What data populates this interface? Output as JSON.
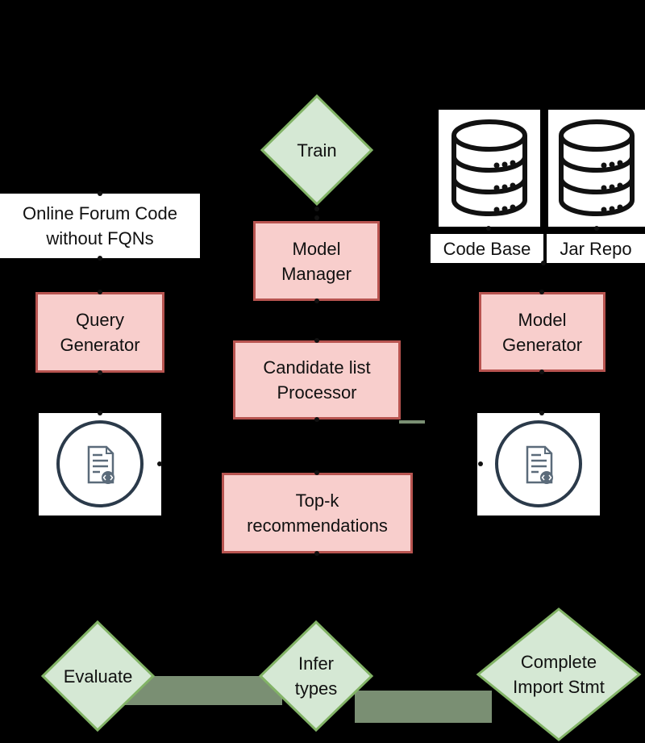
{
  "nodes": {
    "train": "Train",
    "model_manager": "Model\nManager",
    "candidate_processor": "Candidate list\nProcessor",
    "topk": "Top-k\nrecommendations",
    "query_generator": "Query\nGenerator",
    "model_generator": "Model\nGenerator",
    "online_forum": "Online Forum Code\nwithout FQNs",
    "code_base": "Code Base",
    "jar_repo": "Jar Repo",
    "evaluate": "Evaluate",
    "infer_types": "Infer\ntypes",
    "complete_import": "Complete\nImport Stmt"
  },
  "icons": {
    "database_left": "database-icon",
    "database_right": "database-icon",
    "document_left": "code-document-icon",
    "document_right": "code-document-icon"
  },
  "colors": {
    "background": "#000000",
    "process_fill": "#f8cecc",
    "process_stroke": "#b85450",
    "decision_fill": "#d5e8d4",
    "decision_stroke": "#82b366"
  }
}
